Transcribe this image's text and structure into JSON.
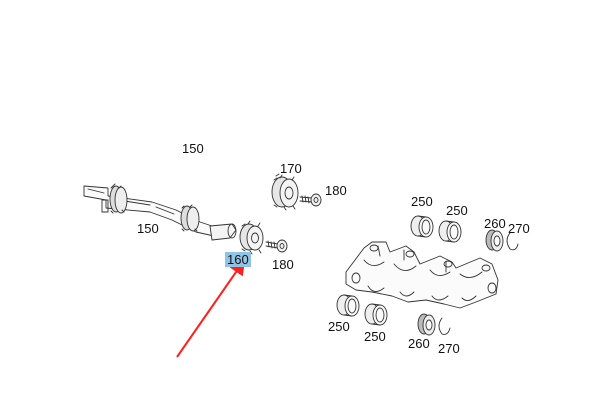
{
  "labels": {
    "l150_top": "150",
    "l150_shaft": "150",
    "l160": "160",
    "l170": "170",
    "l180_upper": "180",
    "l180_lower": "180",
    "l250_a": "250",
    "l250_b": "250",
    "l250_c": "250",
    "l250_d": "250",
    "l260_a": "260",
    "l260_b": "260",
    "l270_a": "270",
    "l270_b": "270"
  },
  "highlight": {
    "part": "160",
    "color": "#8fc4e6"
  },
  "pointer_arrow": {
    "color": "#ff2020",
    "target": "160"
  }
}
